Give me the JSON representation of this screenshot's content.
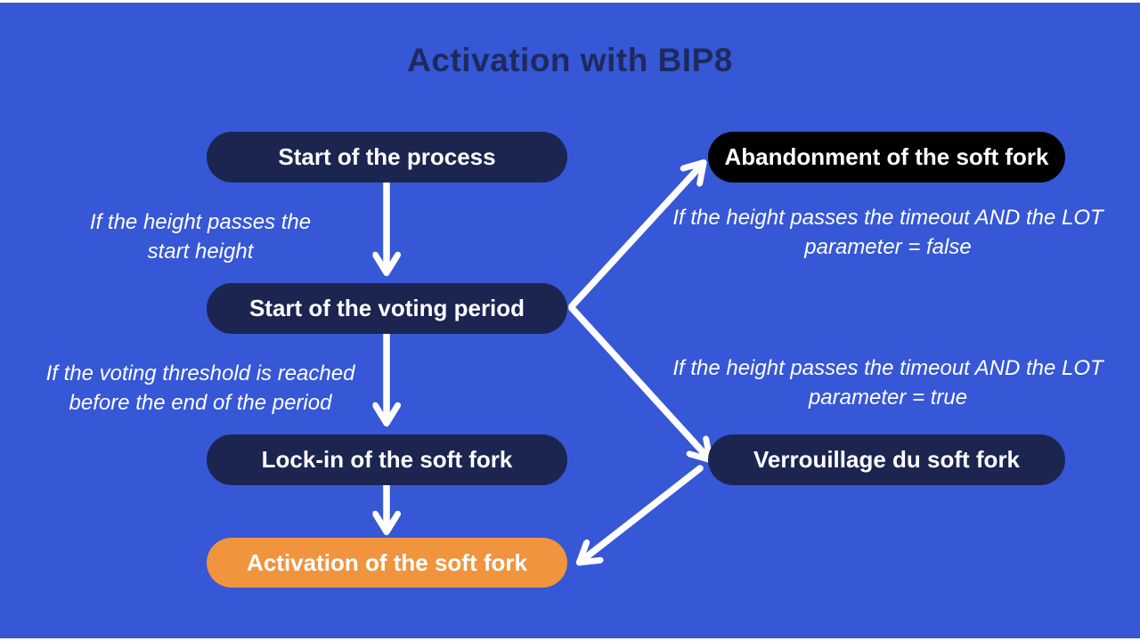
{
  "title": "Activation with BIP8",
  "nodes": {
    "start_process": {
      "label": "Start of the process"
    },
    "abandonment": {
      "label": "Abandonment of the soft fork"
    },
    "voting_period": {
      "label": "Start of the voting period"
    },
    "lock_in": {
      "label": "Lock-in of the soft fork"
    },
    "verrouillage": {
      "label": "Verrouillage du soft fork"
    },
    "activation": {
      "label": "Activation of the soft fork"
    }
  },
  "annotations": {
    "start_height": {
      "text": "If the height passes the start height"
    },
    "timeout_false": {
      "text": "If the height passes the timeout AND the LOT parameter = false"
    },
    "threshold": {
      "text": "If the voting threshold is reached before the end of the period"
    },
    "timeout_true": {
      "text": "If the height passes the timeout AND the LOT parameter = true"
    }
  },
  "colors": {
    "bg": "#3657D6",
    "navy": "#1B2550",
    "black": "#000000",
    "orange": "#F0943E",
    "white": "#FFFFFF",
    "title": "#1E2A5E"
  }
}
